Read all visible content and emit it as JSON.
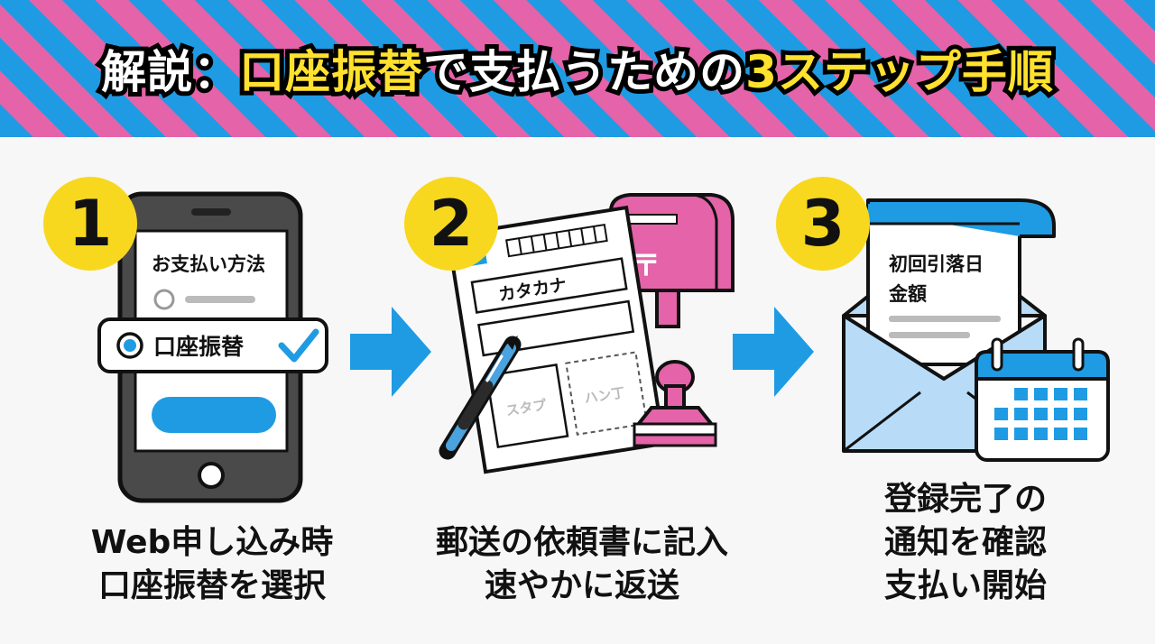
{
  "header": {
    "title_part1": "解説：",
    "title_part2": "口座振替",
    "title_part3": "で支払うための",
    "title_part4": "3ステップ手順"
  },
  "colors": {
    "blue": "#1f9be3",
    "pink": "#e563a8",
    "yellow": "#f7d81f",
    "title_yellow": "#ffe12e"
  },
  "steps": [
    {
      "number": "1",
      "phone_heading": "お支払い方法",
      "selected_option": "口座振替",
      "caption_line1": "Web申し込み時",
      "caption_line2": "口座振替を選択"
    },
    {
      "number": "2",
      "form_field": "カタカナ",
      "stamp_box": "スタプ",
      "seal_box": "ハン丁",
      "postal_mark": "〒",
      "caption_line1": "郵送の依頼書に記入",
      "caption_line2": "速やかに返送"
    },
    {
      "number": "3",
      "letter_line1": "初回引落日",
      "letter_line2": "金額",
      "caption_line1": "登録完了の",
      "caption_line2": "通知を確認",
      "caption_line3": "支払い開始"
    }
  ]
}
